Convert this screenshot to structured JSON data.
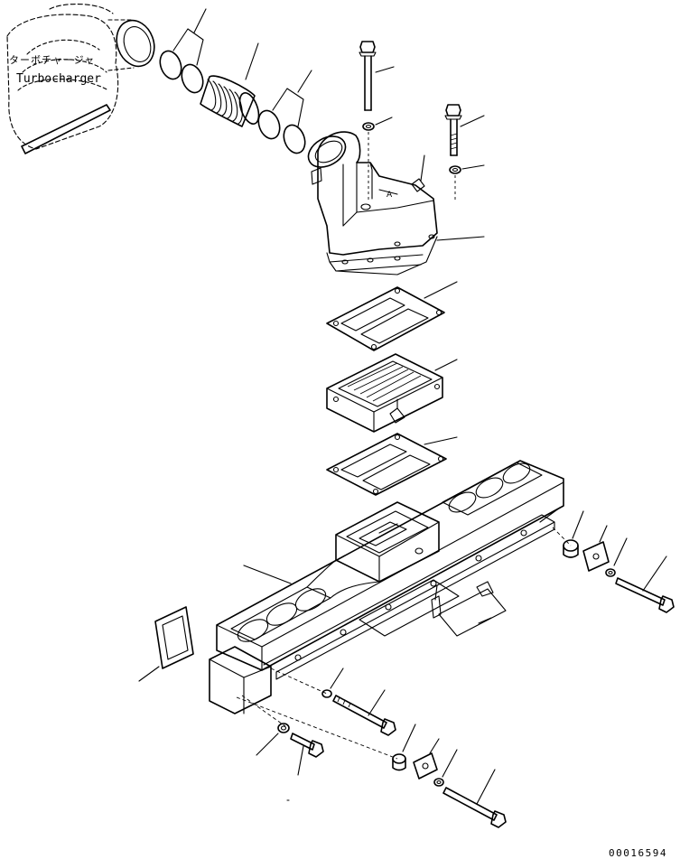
{
  "labels": {
    "turbo_jp": "ターボチャージャ",
    "turbo_en": "Turbocharger",
    "drawing_code": "00016594"
  }
}
